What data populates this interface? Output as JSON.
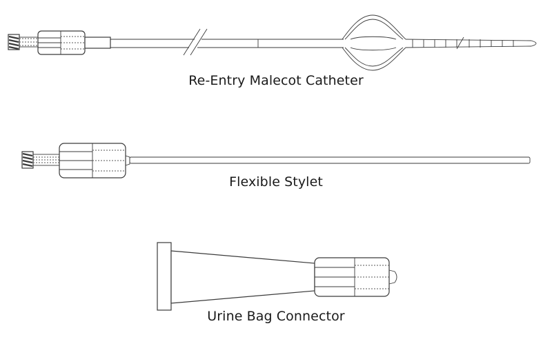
{
  "diagram": {
    "items": [
      {
        "id": "catheter",
        "label": "Re-Entry Malecot Catheter"
      },
      {
        "id": "stylet",
        "label": "Flexible Stylet"
      },
      {
        "id": "connector",
        "label": "Urine Bag Connector"
      }
    ]
  }
}
